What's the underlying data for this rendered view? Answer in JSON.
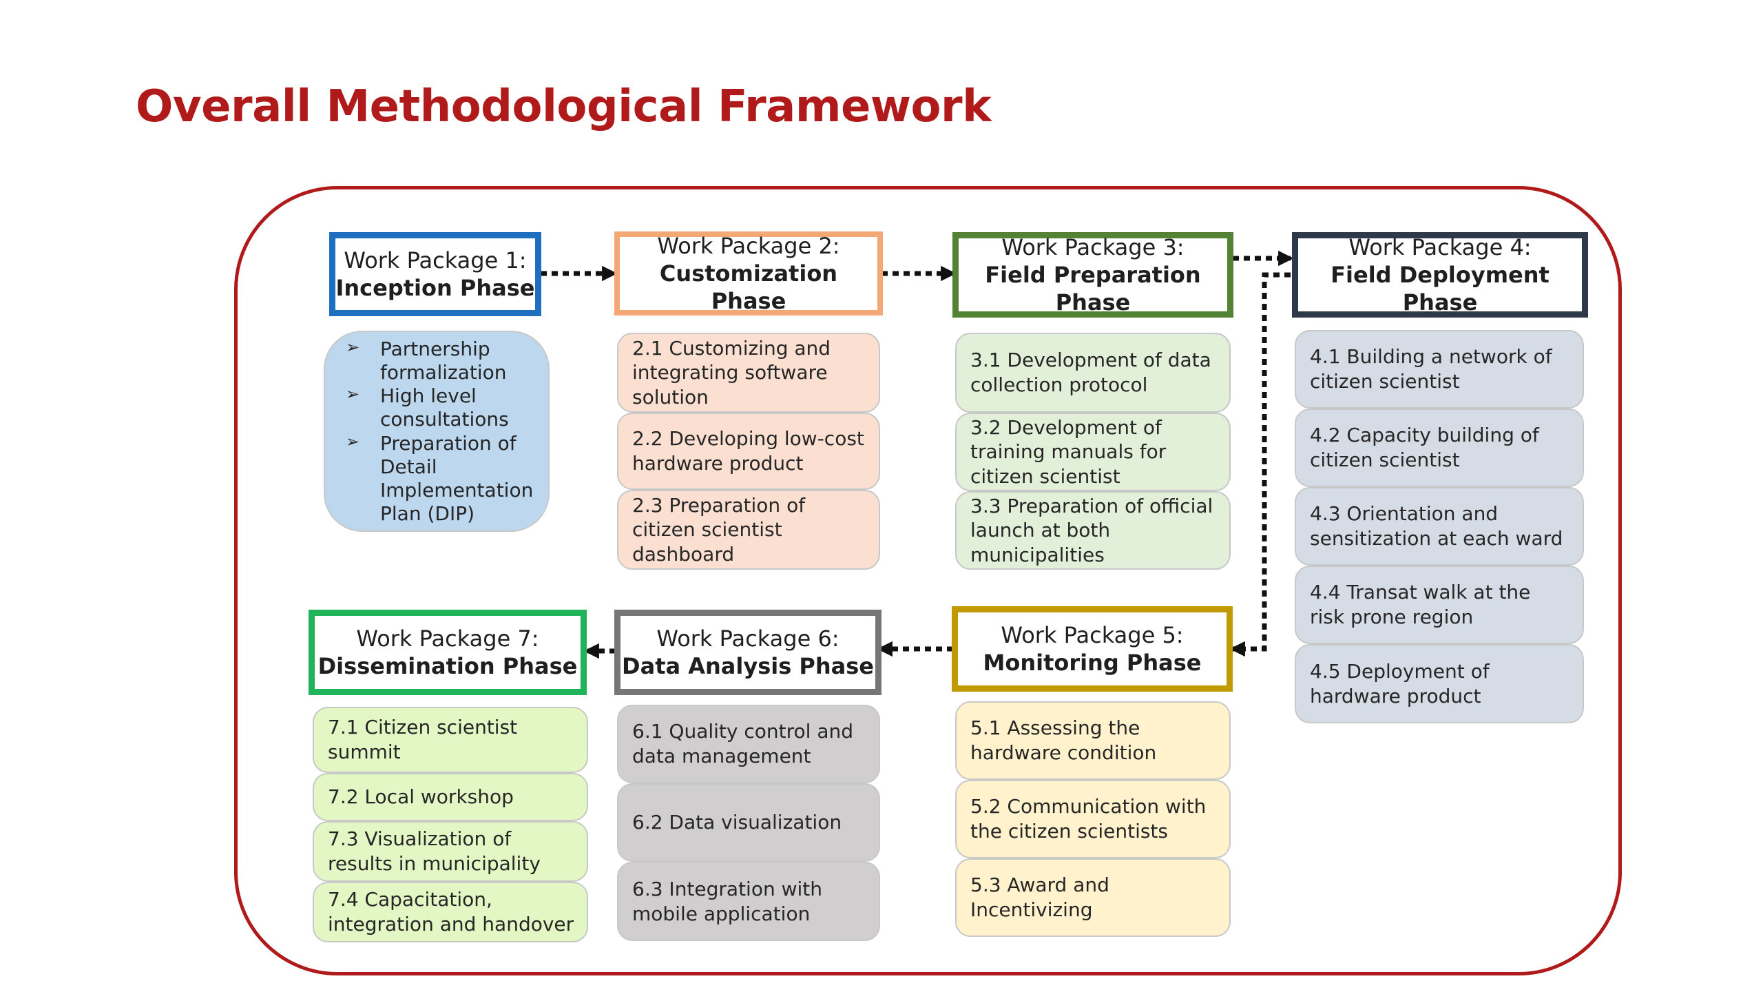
{
  "title": "Overall Methodological Framework",
  "colors": {
    "title": "#b01a1a",
    "frame": "#b01a1a",
    "wp1_border": "#1f6fc1",
    "wp2_border": "#f4a876",
    "wp3_border": "#548235",
    "wp4_border": "#2e3a4a",
    "wp5_border": "#c09a00",
    "wp6_border": "#767676",
    "wp7_border": "#1fb35a",
    "wp1_items": "#bdd7ee",
    "wp2_items": "#fbe0d2",
    "wp3_items": "#e2efd9",
    "wp4_items": "#d6dce5",
    "wp5_items": "#fff2cc",
    "wp6_items": "#d0cece",
    "wp7_items": "#e2f7c4"
  },
  "work_packages": [
    {
      "line1": "Work Package 1:",
      "line2": "Inception Phase",
      "items": [
        "Partnership formalization",
        "High level consultations",
        "Preparation of Detail Implementation Plan (DIP)"
      ]
    },
    {
      "line1": "Work Package 2:",
      "line2": "Customization Phase",
      "items": [
        "2.1 Customizing and integrating software solution",
        "2.2 Developing low-cost hardware product",
        "2.3 Preparation of citizen scientist dashboard"
      ]
    },
    {
      "line1": "Work Package 3:",
      "line2": "Field Preparation Phase",
      "items": [
        "3.1 Development of data collection protocol",
        "3.2 Development of training manuals for citizen scientist",
        "3.3 Preparation of official launch at both municipalities"
      ]
    },
    {
      "line1": "Work Package 4:",
      "line2": "Field Deployment Phase",
      "items": [
        "4.1 Building a network of citizen scientist",
        "4.2 Capacity building of citizen scientist",
        "4.3 Orientation and sensitization at each ward",
        "4.4 Transat walk at the risk prone region",
        "4.5 Deployment of hardware product"
      ]
    },
    {
      "line1": "Work Package 5:",
      "line2": "Monitoring Phase",
      "items": [
        "5.1 Assessing the hardware condition",
        "5.2 Communication with the citizen scientists",
        "5.3 Award and Incentivizing"
      ]
    },
    {
      "line1": "Work Package 6:",
      "line2": "Data Analysis Phase",
      "items": [
        "6.1 Quality control and data management",
        "6.2 Data visualization",
        "6.3 Integration with mobile application"
      ]
    },
    {
      "line1": "Work Package 7:",
      "line2": "Dissemination Phase",
      "items": [
        "7.1 Citizen scientist summit",
        "7.2 Local workshop",
        "7.3 Visualization of results in municipality",
        "7.4 Capacitation, integration and handover"
      ]
    }
  ]
}
